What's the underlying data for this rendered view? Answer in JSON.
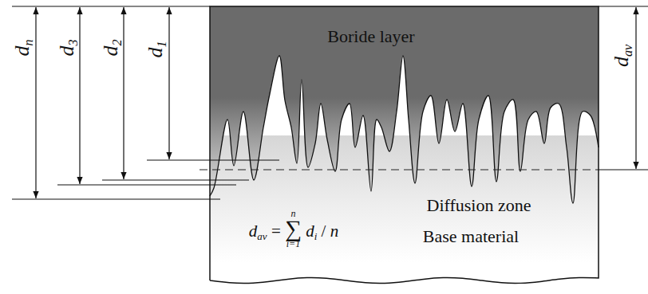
{
  "diagram": {
    "labels": [
      "Boride layer",
      "Diffusion zone",
      "Base material",
      "dn",
      "d3",
      "d2",
      "d1",
      "dav",
      "dav = ∑ di / n",
      "n",
      "i=1"
    ]
  }
}
